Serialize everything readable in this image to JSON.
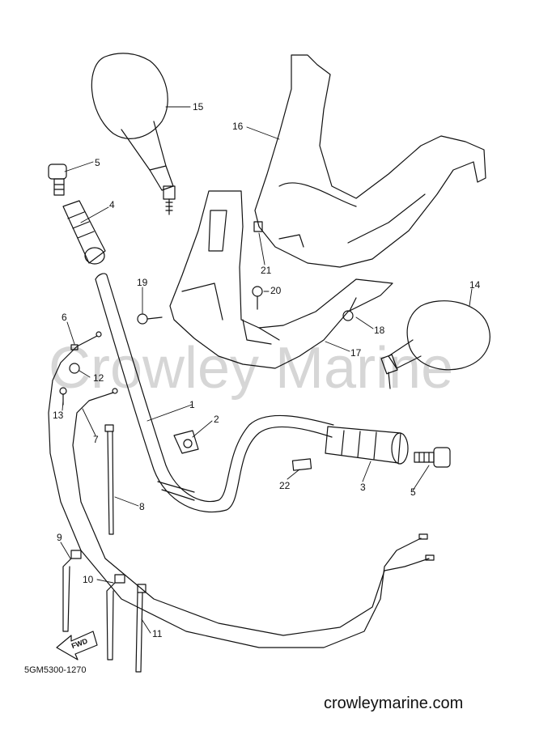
{
  "diagram": {
    "watermark": "Crowley Marine",
    "part_code": "5GM5300-1270",
    "website": "crowleymarine.com",
    "direction_label": "FWD",
    "callouts": [
      "1",
      "2",
      "3",
      "4",
      "5",
      "5",
      "6",
      "7",
      "8",
      "9",
      "10",
      "11",
      "12",
      "13",
      "14",
      "15",
      "16",
      "17",
      "18",
      "19",
      "20",
      "21",
      "22"
    ]
  }
}
